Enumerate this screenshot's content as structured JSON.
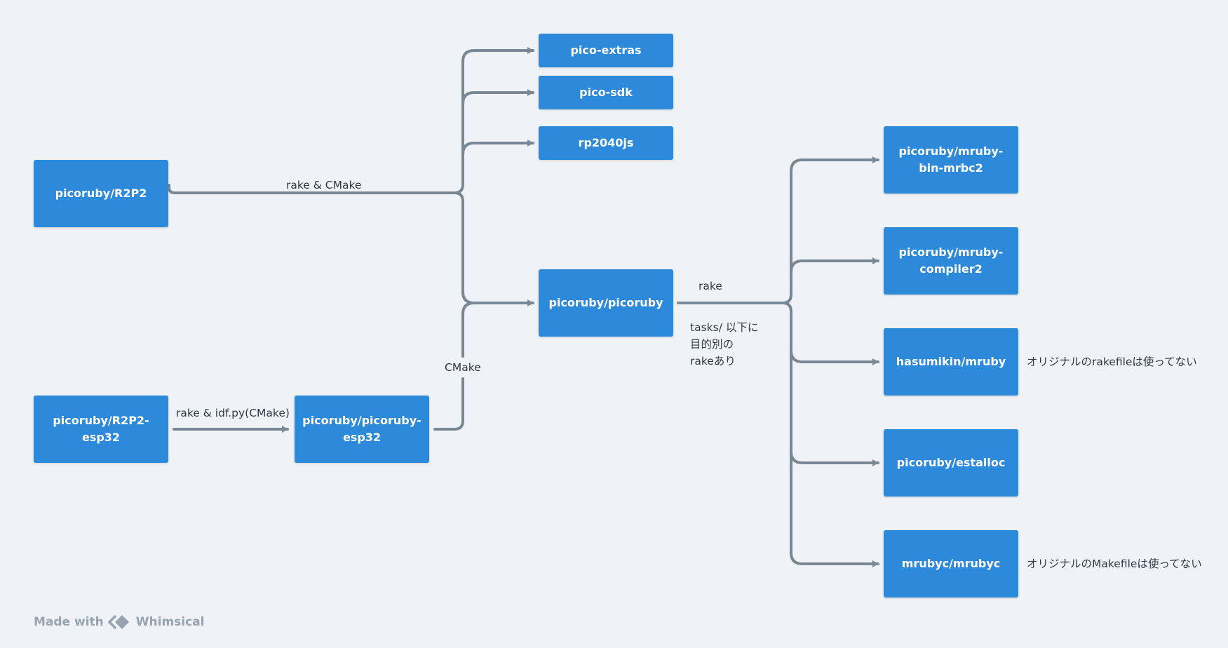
{
  "colors": {
    "background": "#eff3f7",
    "node": "#2d89da",
    "edge": "#7a8795",
    "label": "#2f3a45"
  },
  "nodes": {
    "r2p2": "picoruby/R2P2",
    "r2p2_esp32": "picoruby/R2P2-esp32",
    "picoruby_esp32": "picoruby/picoruby-esp32",
    "pico_extras": "pico-extras",
    "pico_sdk": "pico-sdk",
    "rp2040js": "rp2040js",
    "picoruby": "picoruby/picoruby",
    "mrbc2": "picoruby/mruby-bin-mrbc2",
    "compiler2": "picoruby/mruby-compiler2",
    "hasumikin_mruby": "hasumikin/mruby",
    "estalloc": "picoruby/estalloc",
    "mrubyc": "mrubyc/mrubyc"
  },
  "edge_labels": {
    "r2p2": "rake & CMake",
    "esp32": "rake & idf.py(CMake)",
    "cmake": "CMake",
    "rake": "rake",
    "tasks": "tasks/ 以下に\n目的別の\nrakeあり"
  },
  "notes": {
    "hasumikin_mruby": "オリジナルのrakefileは使ってない",
    "mrubyc": "オリジナルのMakefileは使ってない"
  },
  "footer": {
    "made_with": "Made with",
    "brand": "Whimsical",
    "logo_icon": "whimsical-logo-icon"
  }
}
